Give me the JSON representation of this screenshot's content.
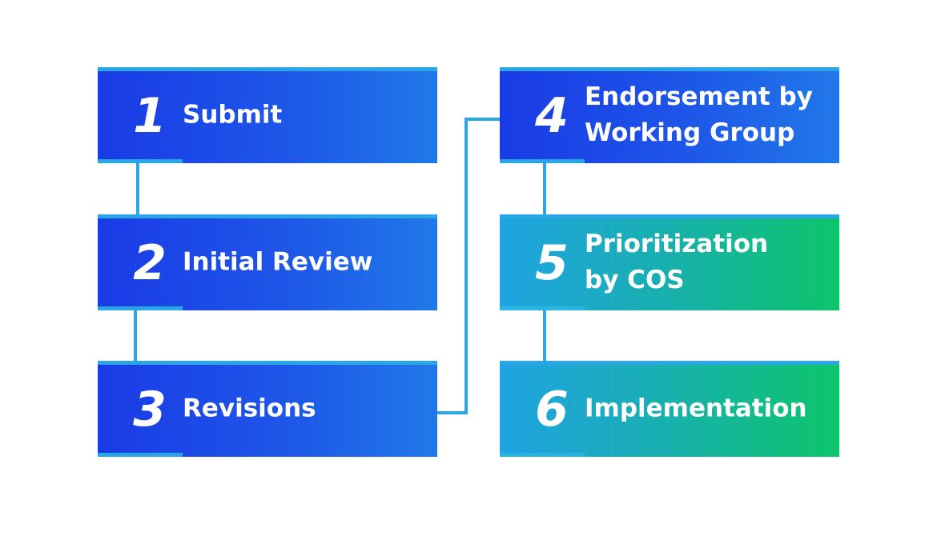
{
  "diagram": {
    "colors": {
      "blue_start": "#1a3be6",
      "blue_end": "#2178e8",
      "green_start": "#1fa3e3",
      "green_end": "#0dc56a",
      "accent": "#2aa6e6",
      "connector": "#2aa6e6"
    },
    "steps": [
      {
        "number": "1",
        "label": "Submit",
        "theme": "blue"
      },
      {
        "number": "2",
        "label": "Initial Review",
        "theme": "blue"
      },
      {
        "number": "3",
        "label": "Revisions",
        "theme": "blue"
      },
      {
        "number": "4",
        "label": "Endorsement by\nWorking Group",
        "theme": "blue"
      },
      {
        "number": "5",
        "label": "Prioritization\nby COS",
        "theme": "green"
      },
      {
        "number": "6",
        "label": "Implementation",
        "theme": "green"
      }
    ]
  }
}
